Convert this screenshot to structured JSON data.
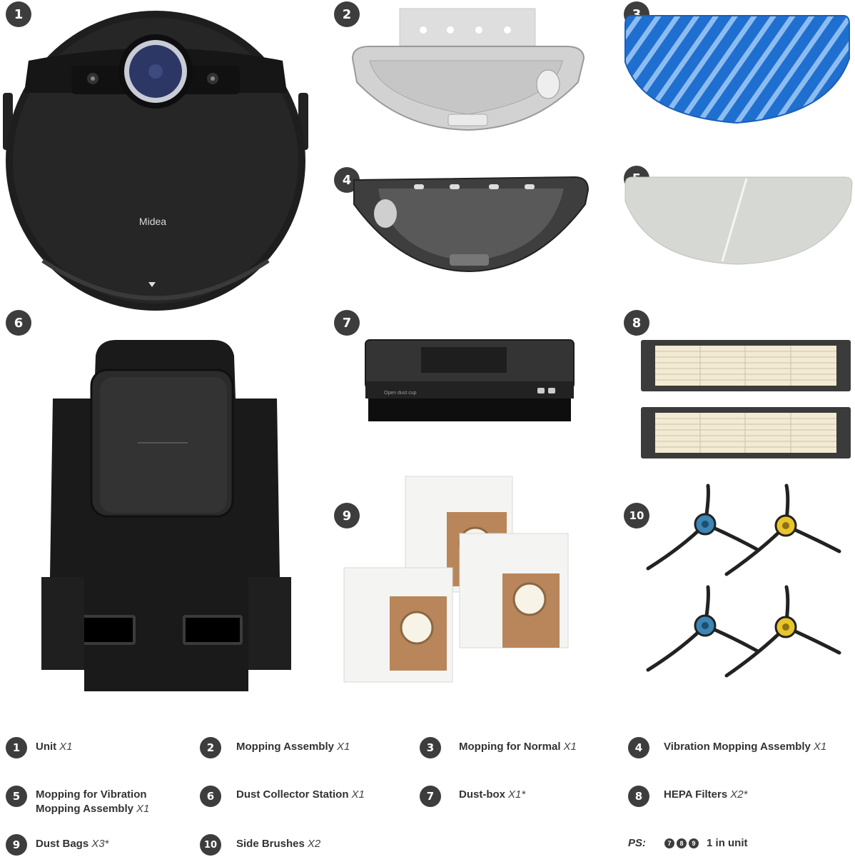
{
  "badges": [
    "1",
    "2",
    "3",
    "4",
    "5",
    "6",
    "7",
    "8",
    "9",
    "10"
  ],
  "robot_logo": "Midea",
  "dustbox_text": "Open dust cup",
  "legend": [
    {
      "num": "1",
      "name": "Unit",
      "qty": "X1"
    },
    {
      "num": "2",
      "name": "Mopping Assembly",
      "qty": "X1"
    },
    {
      "num": "3",
      "name": "Mopping for Normal",
      "qty": "X1"
    },
    {
      "num": "4",
      "name": "Vibration Mopping Assembly",
      "qty": "X1"
    },
    {
      "num": "5",
      "name_line1": "Mopping for Vibration",
      "name_line2": "Mopping Assembly",
      "qty": "X1"
    },
    {
      "num": "6",
      "name": "Dust Collector Station",
      "qty": "X1"
    },
    {
      "num": "7",
      "name": "Dust-box",
      "qty": "X1*"
    },
    {
      "num": "8",
      "name": "HEPA Filters",
      "qty": "X2*"
    },
    {
      "num": "9",
      "name": "Dust Bags",
      "qty": "X3*"
    },
    {
      "num": "10",
      "name": "Side Brushes",
      "qty": "X2"
    }
  ],
  "ps": {
    "label": "PS:",
    "items": [
      "7",
      "8",
      "9"
    ],
    "text": "1 in unit"
  },
  "colors": {
    "badge": "#3d3d3d",
    "robot": "#1e1e1e",
    "mop_blue": "#1f6fd0",
    "filter_paper": "#f3ead3",
    "bag_label": "#b8865a"
  }
}
